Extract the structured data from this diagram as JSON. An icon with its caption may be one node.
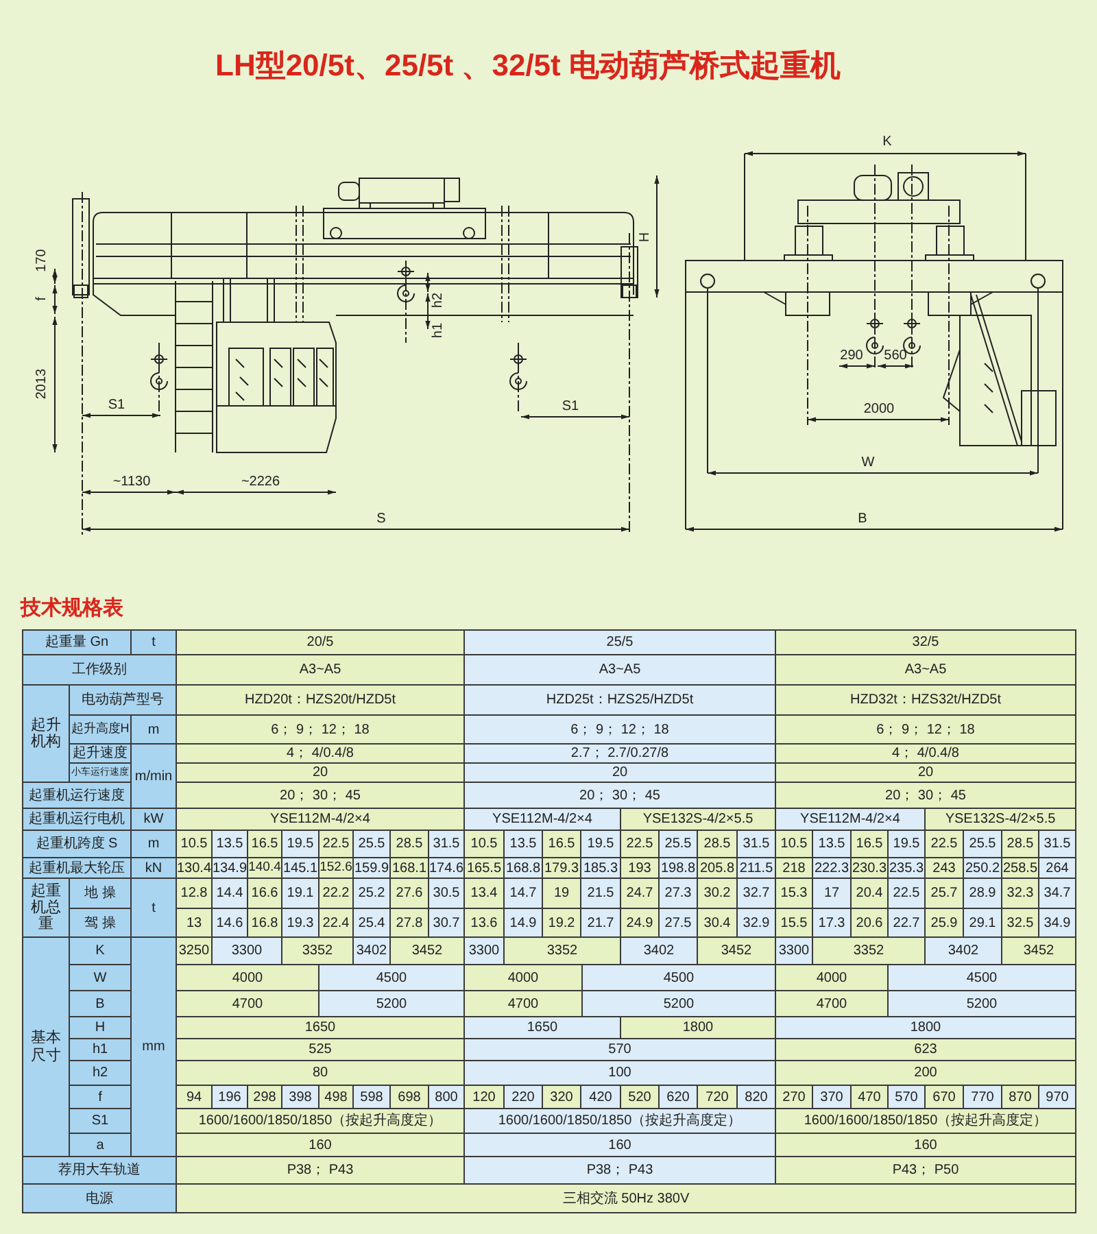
{
  "diagram": {
    "title": "LH型20/5t、25/5t 、32/5t 电动葫芦桥式起重机",
    "labels": [
      "K",
      "H",
      "170",
      "h2",
      "h1",
      "f",
      "290",
      "560",
      "2013",
      "S1",
      "S1",
      "2000",
      "W",
      "~1130",
      "~2226",
      "S",
      "B",
      "技术规格表",
      "起重量 Gn",
      "t",
      "20/5",
      "25/5",
      "32/5",
      "工作级别",
      "A3~A5",
      "A3~A5",
      "A3~A5",
      "起升机构",
      "电动葫芦型号",
      "HZD20t：HZS20t/HZD5t",
      "HZD25t：HZS25/HZD5t",
      "HZD32t：HZS32t/HZD5t",
      "起升高度H",
      "m",
      "6； 9； 12； 18",
      "6； 9； 12； 18",
      "6； 9； 12； 18",
      "起升速度",
      "m/min",
      "4； 4/0.4/8",
      "2.7； 2.7/0.27/8",
      "4； 4/0.4/8",
      "小车运行速度",
      "20",
      "20",
      "20",
      "起重机运行速度",
      "20； 30； 45",
      "20； 30； 45",
      "20； 30； 45",
      "起重机运行电机",
      "kW",
      "YSE112M-4/2×4",
      "YSE112M-4/2×4",
      "YSE132S-4/2×5.5",
      "YSE112M-4/2×4",
      "YSE132S-4/2×5.5",
      "起重机跨度 S",
      "m",
      "10.5",
      "13.5",
      "16.5",
      "19.5",
      "22.5",
      "25.5",
      "28.5",
      "31.5",
      "10.5",
      "13.5",
      "16.5",
      "19.5",
      "22.5",
      "25.5",
      "28.5",
      "31.5",
      "10.5",
      "13.5",
      "16.5",
      "19.5",
      "22.5",
      "25.5",
      "28.5",
      "31.5",
      "起重机最大轮压",
      "kN",
      "130.4",
      "134.9",
      "140.4",
      "145.1",
      "152.6",
      "159.9",
      "168.1",
      "174.6",
      "165.5",
      "168.8",
      "179.3",
      "185.3",
      "193",
      "198.8",
      "205.8",
      "211.5",
      "218",
      "222.3",
      "230.3",
      "235.3",
      "243",
      "250.2",
      "258.5",
      "264",
      "起重机总重",
      "地 操",
      "t",
      "12.8",
      "14.4",
      "16.6",
      "19.1",
      "22.2",
      "25.2",
      "27.6",
      "30.5",
      "13.4",
      "14.7",
      "19",
      "21.5",
      "24.7",
      "27.3",
      "30.2",
      "32.7",
      "15.3",
      "17",
      "20.4",
      "22.5",
      "25.7",
      "28.9",
      "32.3",
      "34.7",
      "驾 操",
      "13",
      "14.6",
      "16.8",
      "19.3",
      "22.4",
      "25.4",
      "27.8",
      "30.7",
      "13.6",
      "14.9",
      "19.2",
      "21.7",
      "24.9",
      "27.5",
      "30.4",
      "32.9",
      "15.5",
      "17.3",
      "20.6",
      "22.7",
      "25.9",
      "29.1",
      "32.5",
      "34.9",
      "基本尺寸",
      "K",
      "mm",
      "3250",
      "3300",
      "3352",
      "3402",
      "3452",
      "3300",
      "3352",
      "3402",
      "3452",
      "3300",
      "3352",
      "3402",
      "3452",
      "W",
      "4000",
      "4500",
      "4000",
      "4500",
      "4000",
      "4500",
      "B",
      "4700",
      "5200",
      "4700",
      "5200",
      "4700",
      "5200",
      "H",
      "1650",
      "1650",
      "1800",
      "1800",
      "h1",
      "525",
      "570",
      "623",
      "h2",
      "80",
      "100",
      "200",
      "f",
      "94",
      "196",
      "298",
      "398",
      "498",
      "598",
      "698",
      "800",
      "120",
      "220",
      "320",
      "420",
      "520",
      "620",
      "720",
      "820",
      "270",
      "370",
      "470",
      "570",
      "670",
      "770",
      "870",
      "970",
      "S1",
      "1600/1600/1850/1850（按起升高度定）",
      "1600/1600/1850/1850（按起升高度定）",
      "1600/1600/1850/1850（按起升高度定）",
      "a",
      "160",
      "160",
      "160",
      "荐用大车轨道",
      "P38； P43",
      "P38； P43",
      "P43； P50",
      "电源",
      "三相交流 50Hz 380V"
    ]
  }
}
